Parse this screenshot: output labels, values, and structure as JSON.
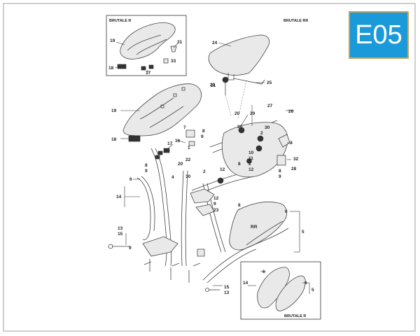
{
  "badge": "E05",
  "labels": {
    "inset_top_left": "BRUTALE R",
    "inset_top_right": "BRUTALE RR",
    "inset_bottom": "BRUTALE R"
  },
  "callouts": [
    "1",
    "2",
    "3",
    "4",
    "5",
    "6",
    "7",
    "8",
    "9",
    "10",
    "11",
    "12",
    "13",
    "14",
    "15",
    "16",
    "17",
    "18",
    "19",
    "20",
    "21",
    "22",
    "23",
    "24",
    "25",
    "26",
    "27",
    "28",
    "29",
    "30",
    "31",
    "32",
    "33"
  ]
}
